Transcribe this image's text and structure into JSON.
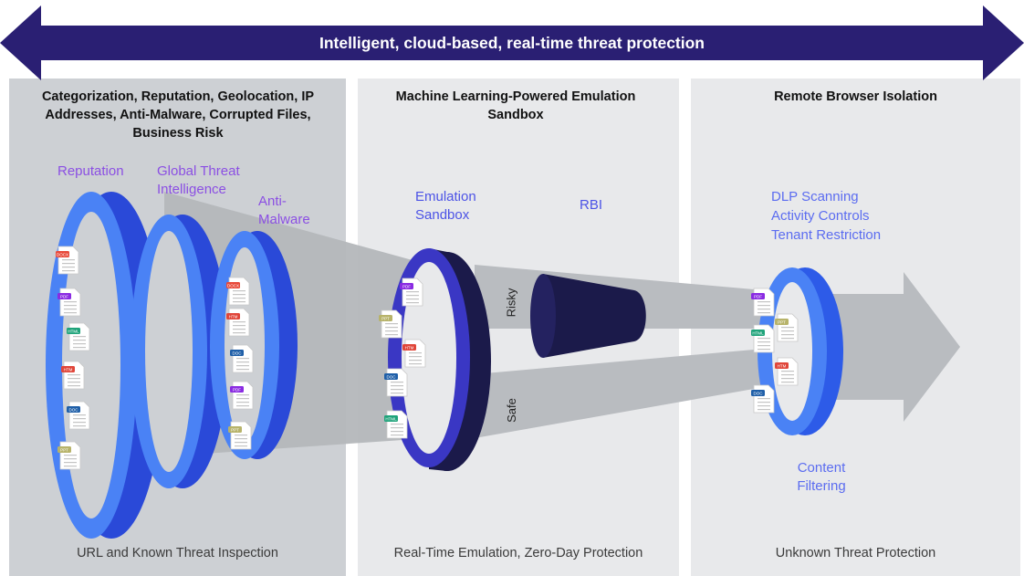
{
  "banner": {
    "text": "Intelligent, cloud-based, real-time threat protection",
    "color": "#2a1f73"
  },
  "panels": [
    {
      "heading": "Categorization, Reputation, Geolocation, IP Addresses, Anti-Malware, Corrupted Files, Business Risk",
      "footer": "URL and Known Threat Inspection"
    },
    {
      "heading": "Machine Learning-Powered Emulation Sandbox",
      "footer": "Real-Time Emulation, Zero-Day Protection"
    },
    {
      "heading": "Remote Browser Isolation",
      "footer": "Unknown Threat Protection"
    }
  ],
  "labels": {
    "reputation": "Reputation",
    "global_threat": "Global Threat Intelligence",
    "anti_malware": "Anti-Malware",
    "emulation_sandbox": "Emulation Sandbox",
    "rbi": "RBI",
    "dlp": "DLP Scanning",
    "activity": "Activity Controls",
    "tenant": "Tenant Restriction",
    "content_filtering": "Content Filtering",
    "risky": "Risky",
    "safe": "Safe"
  },
  "files": {
    "ring1": [
      "DOCX",
      "PDF",
      "HTML",
      "HTM",
      "DOC",
      "PPT"
    ],
    "ring3": [
      "DOCX",
      "HTM",
      "DOC",
      "PDF",
      "PPT"
    ],
    "sandbox": [
      "PDF",
      "PPT",
      "HTM",
      "DOC",
      "HTML"
    ],
    "ring_final": [
      "PDF",
      "PPT",
      "HTML",
      "HTM",
      "DOC"
    ]
  },
  "colors": {
    "ring_blue": "#2d5be8",
    "ring_light": "#4a82f5",
    "sandbox": "#1b1a4a",
    "sandbox_inner": "#3a37c4",
    "flow": "#b4b7bb"
  }
}
